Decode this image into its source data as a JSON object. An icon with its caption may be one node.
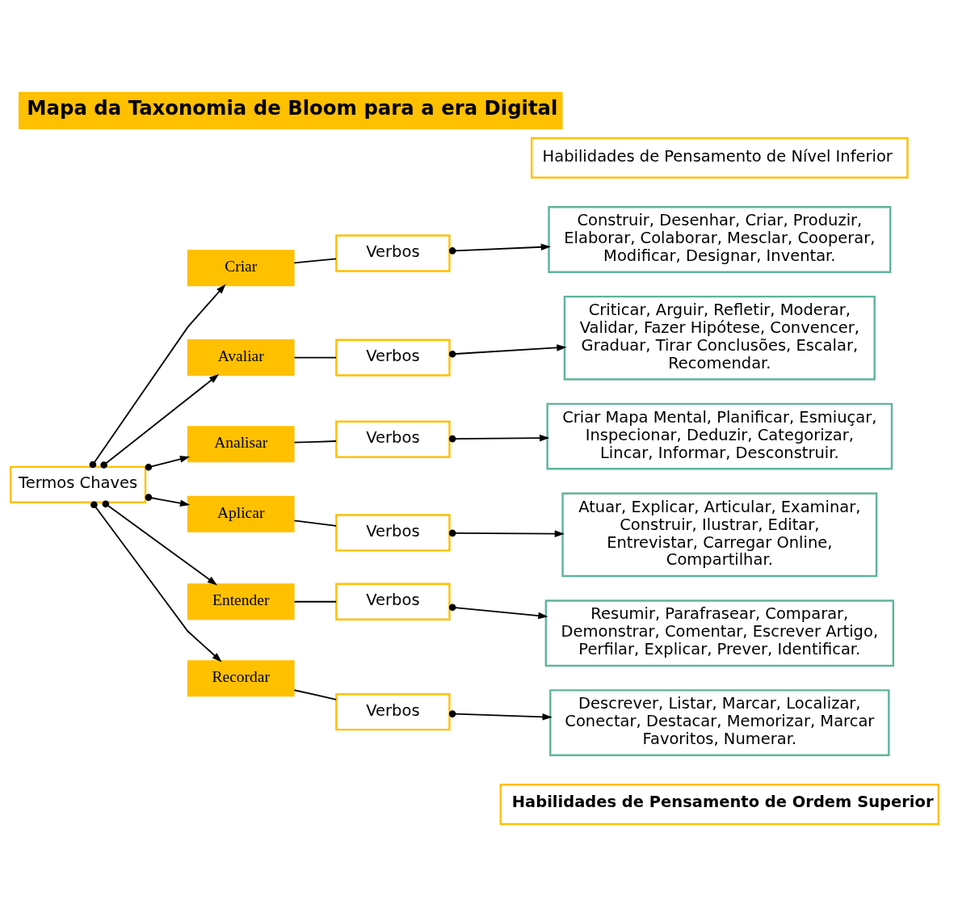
{
  "diagram": {
    "title": "Mapa da Taxonomia de Bloom para a era Digital",
    "nodes": [
      {
        "text": [
          "Termos Chaves"
        ]
      },
      {
        "text": [
          "Criar"
        ]
      },
      {
        "text": [
          "Verbos"
        ]
      },
      {
        "text": [
          "Construir, Desenhar, Criar, Produzir, Elaborar, Colaborar, Mesclar, Cooperar, Modificar, Designar, Inventar."
        ]
      },
      {
        "text": [
          "Avaliar"
        ]
      },
      {
        "text": [
          "Verbos"
        ]
      },
      {
        "text": [
          "Criticar, Arguir, Refletir, Moderar, Validar, Fazer Hipótese, Convencer, Graduar, Tirar Conclusões, Escalar, Recomendar."
        ]
      },
      {
        "text": [
          "Analisar"
        ]
      },
      {
        "text": [
          "Verbos"
        ]
      },
      {
        "text": [
          "Criar Mapa Mental, Planificar, Esmiuçar, Inspecionar, Deduzir, Categorizar, Lincar, Informar, Desconstruir."
        ]
      },
      {
        "text": [
          "Aplicar"
        ]
      },
      {
        "text": [
          "Verbos"
        ]
      },
      {
        "text": [
          "Atuar, Explicar, Articular, Examinar, Construir, Ilustrar, Editar, Entrevistar, Carregar Online, Compartilhar."
        ]
      },
      {
        "text": [
          "Entender"
        ]
      },
      {
        "text": [
          "Verbos"
        ]
      },
      {
        "text": [
          "Resumir, Parafrasear, Comparar, Demonstrar, Comentar, Escrever Artigo, Perfilar, Explicar, Prever, Identificar."
        ]
      },
      {
        "text": [
          "Recordar"
        ]
      },
      {
        "text": [
          "Verbos"
        ]
      },
      {
        "text": [
          "Descrever, Listar, Marcar, Localizar, Conectar, Destacar, Memorizar, Marcar Favoritos, Numerar."
        ]
      }
    ],
    "edges": [
      {
        "from": 0,
        "to": 1,
        "arrow": "to"
      },
      {
        "from": 1,
        "to": 2,
        "arrow": "none"
      },
      {
        "from": 2,
        "to": 3,
        "arrow": "to"
      },
      {
        "from": 0,
        "to": 4,
        "arrow": "to"
      },
      {
        "from": 4,
        "to": 5,
        "arrow": "none"
      },
      {
        "from": 5,
        "to": 6,
        "arrow": "to"
      },
      {
        "from": 0,
        "to": 7,
        "arrow": "to"
      },
      {
        "from": 7,
        "to": 8,
        "arrow": "none"
      },
      {
        "from": 8,
        "to": 9,
        "arrow": "to"
      },
      {
        "from": 0,
        "to": 10,
        "arrow": "to"
      },
      {
        "from": 10,
        "to": 11,
        "arrow": "none"
      },
      {
        "from": 11,
        "to": 12,
        "arrow": "to"
      },
      {
        "from": 0,
        "to": 13,
        "arrow": "to"
      },
      {
        "from": 13,
        "to": 14,
        "arrow": "none"
      },
      {
        "from": 14,
        "to": 15,
        "arrow": "to"
      },
      {
        "from": 0,
        "to": 16,
        "arrow": "to"
      },
      {
        "from": 16,
        "to": 17,
        "arrow": "none"
      },
      {
        "from": 17,
        "to": 18,
        "arrow": "to"
      }
    ],
    "labels": [
      "Habilidades de Pensamento de Ordem Superior",
      "Habilidades de Pensamento de Nível Inferior"
    ]
  }
}
